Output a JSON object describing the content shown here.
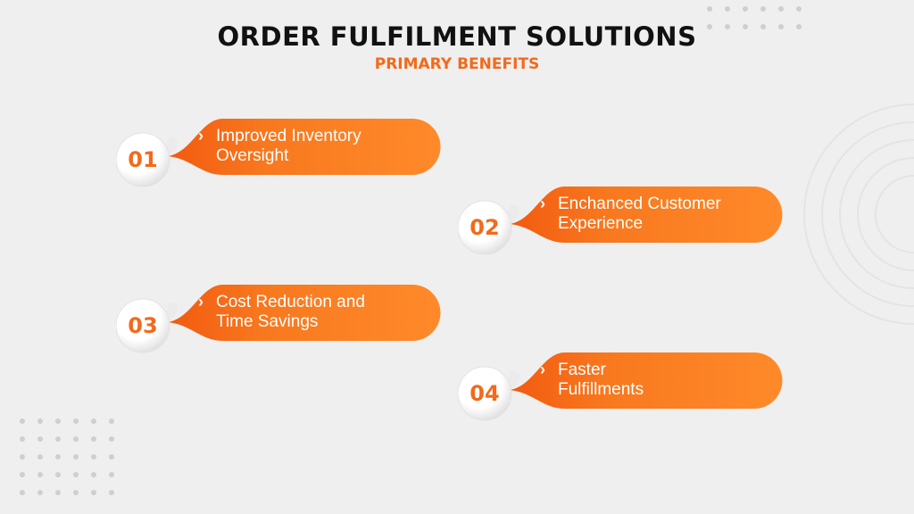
{
  "header": {
    "title": "ORDER FULFILMENT SOLUTIONS",
    "subtitle": "PRIMARY BENEFITS"
  },
  "colors": {
    "accent": "#f26a1b",
    "accent_light": "#ff8a2a",
    "background": "#efefef"
  },
  "benefits": [
    {
      "number": "01",
      "line1": "Improved Inventory",
      "line2": "Oversight",
      "icon": "chevron-right-icon"
    },
    {
      "number": "02",
      "line1": "Enchanced Customer",
      "line2": "Experience",
      "icon": "chevron-right-icon"
    },
    {
      "number": "03",
      "line1": "Cost Reduction and",
      "line2": "Time Savings",
      "icon": "chevron-right-icon"
    },
    {
      "number": "04",
      "line1": "Faster",
      "line2": "Fulfillments",
      "icon": "chevron-right-icon"
    }
  ]
}
